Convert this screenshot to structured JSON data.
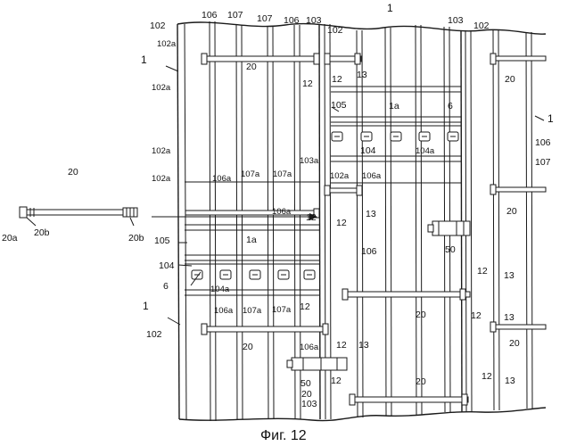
{
  "figure": {
    "caption": "Фиг. 12"
  },
  "labels": {
    "l1": "1",
    "l102": "102",
    "l102a": "102a",
    "l103": "103",
    "l103a": "103a",
    "l104": "104",
    "l104a": "104a",
    "l105": "105",
    "l106": "106",
    "l106a": "106a",
    "l107": "107",
    "l107a": "107a",
    "l1a": "1a",
    "l6": "6",
    "l12": "12",
    "l13": "13",
    "l20": "20",
    "l20a": "20a",
    "l20b": "20b",
    "l50": "50"
  }
}
